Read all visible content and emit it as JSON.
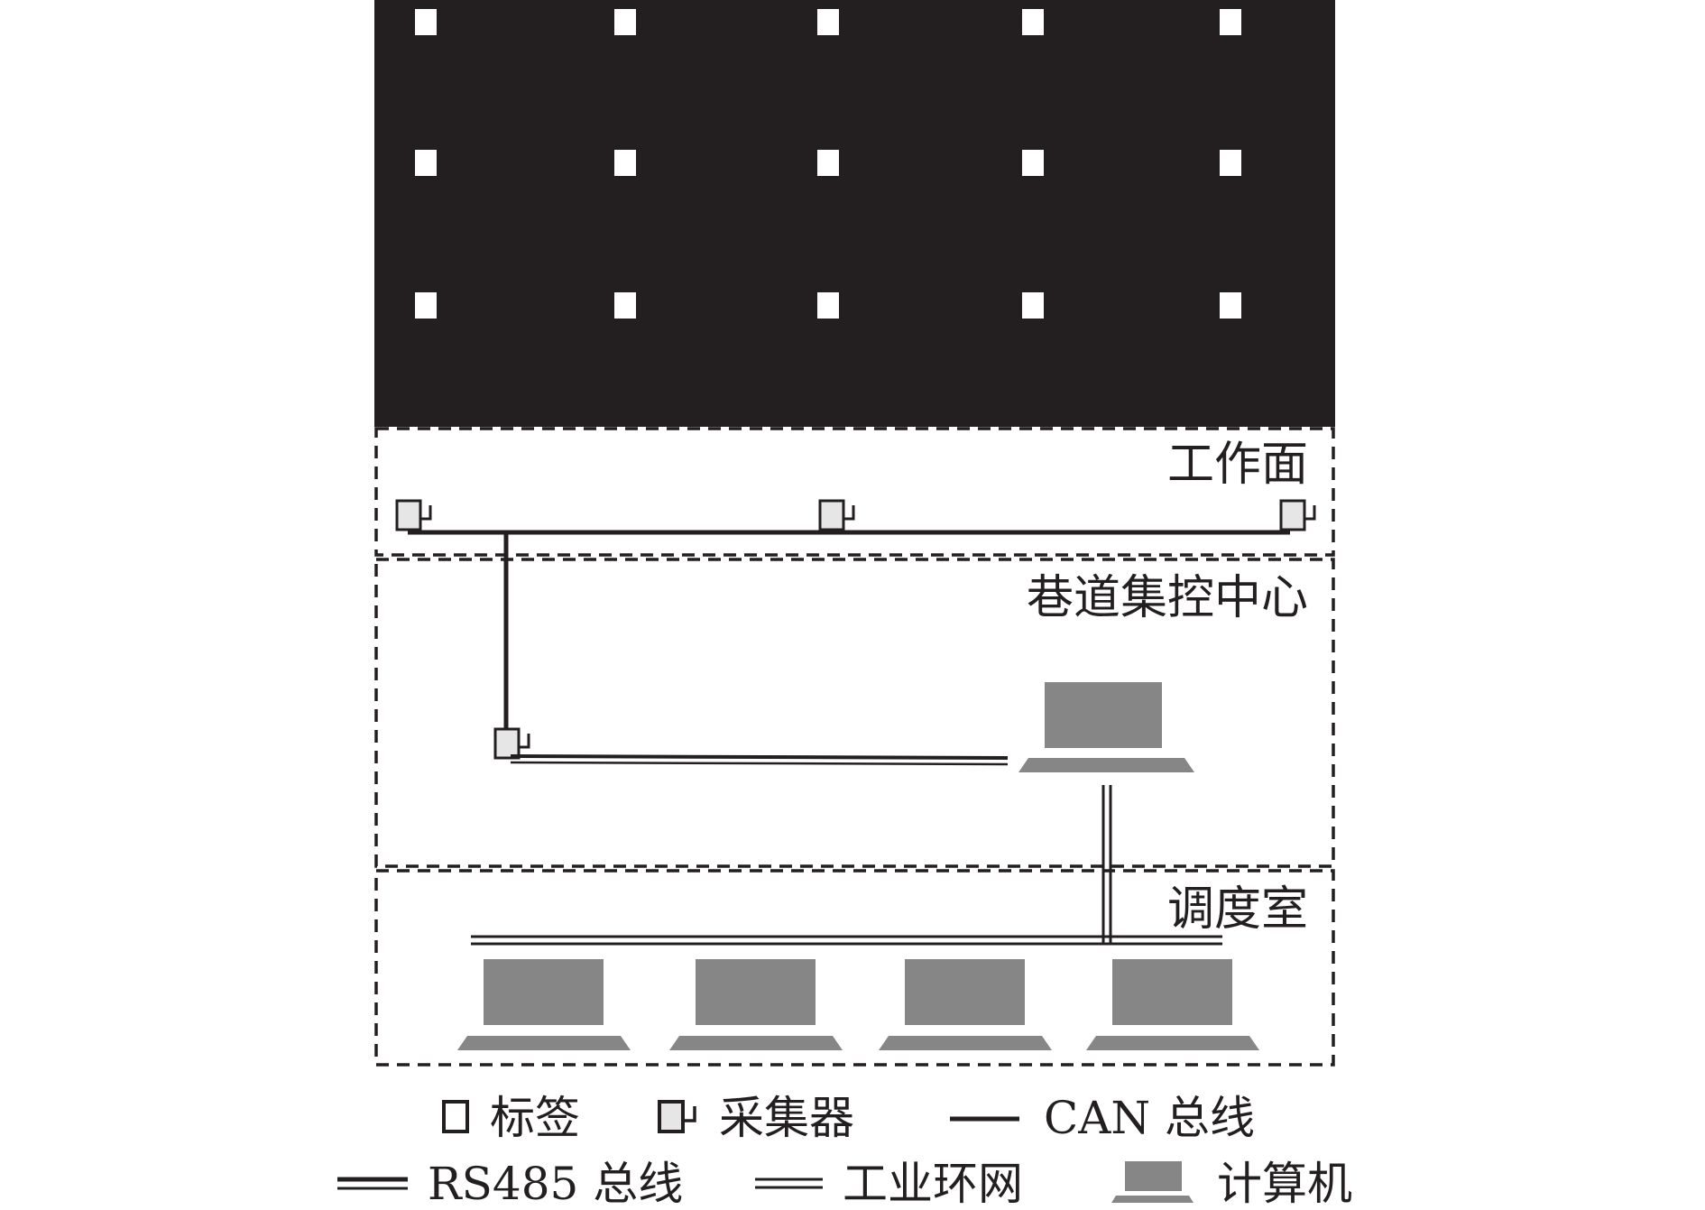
{
  "zones": {
    "working_face": "工作面",
    "roadway_center": "巷道集控中心",
    "dispatch_room": "调度室"
  },
  "legend": {
    "tag": "标签",
    "collector": "采集器",
    "can_bus": "CAN 总线",
    "rs485_bus": "RS485 总线",
    "industrial_ring": "工业环网",
    "computer": "计算机"
  },
  "counts": {
    "tag_rows": 3,
    "tag_cols": 5,
    "working_face_collectors": 3,
    "dispatch_computers": 4
  },
  "colors": {
    "ink": "#231f20",
    "computer_fill": "#868686",
    "collector_fill": "#e6e6e6",
    "mine_area": "#231f20",
    "tag_fill": "#ffffff"
  }
}
